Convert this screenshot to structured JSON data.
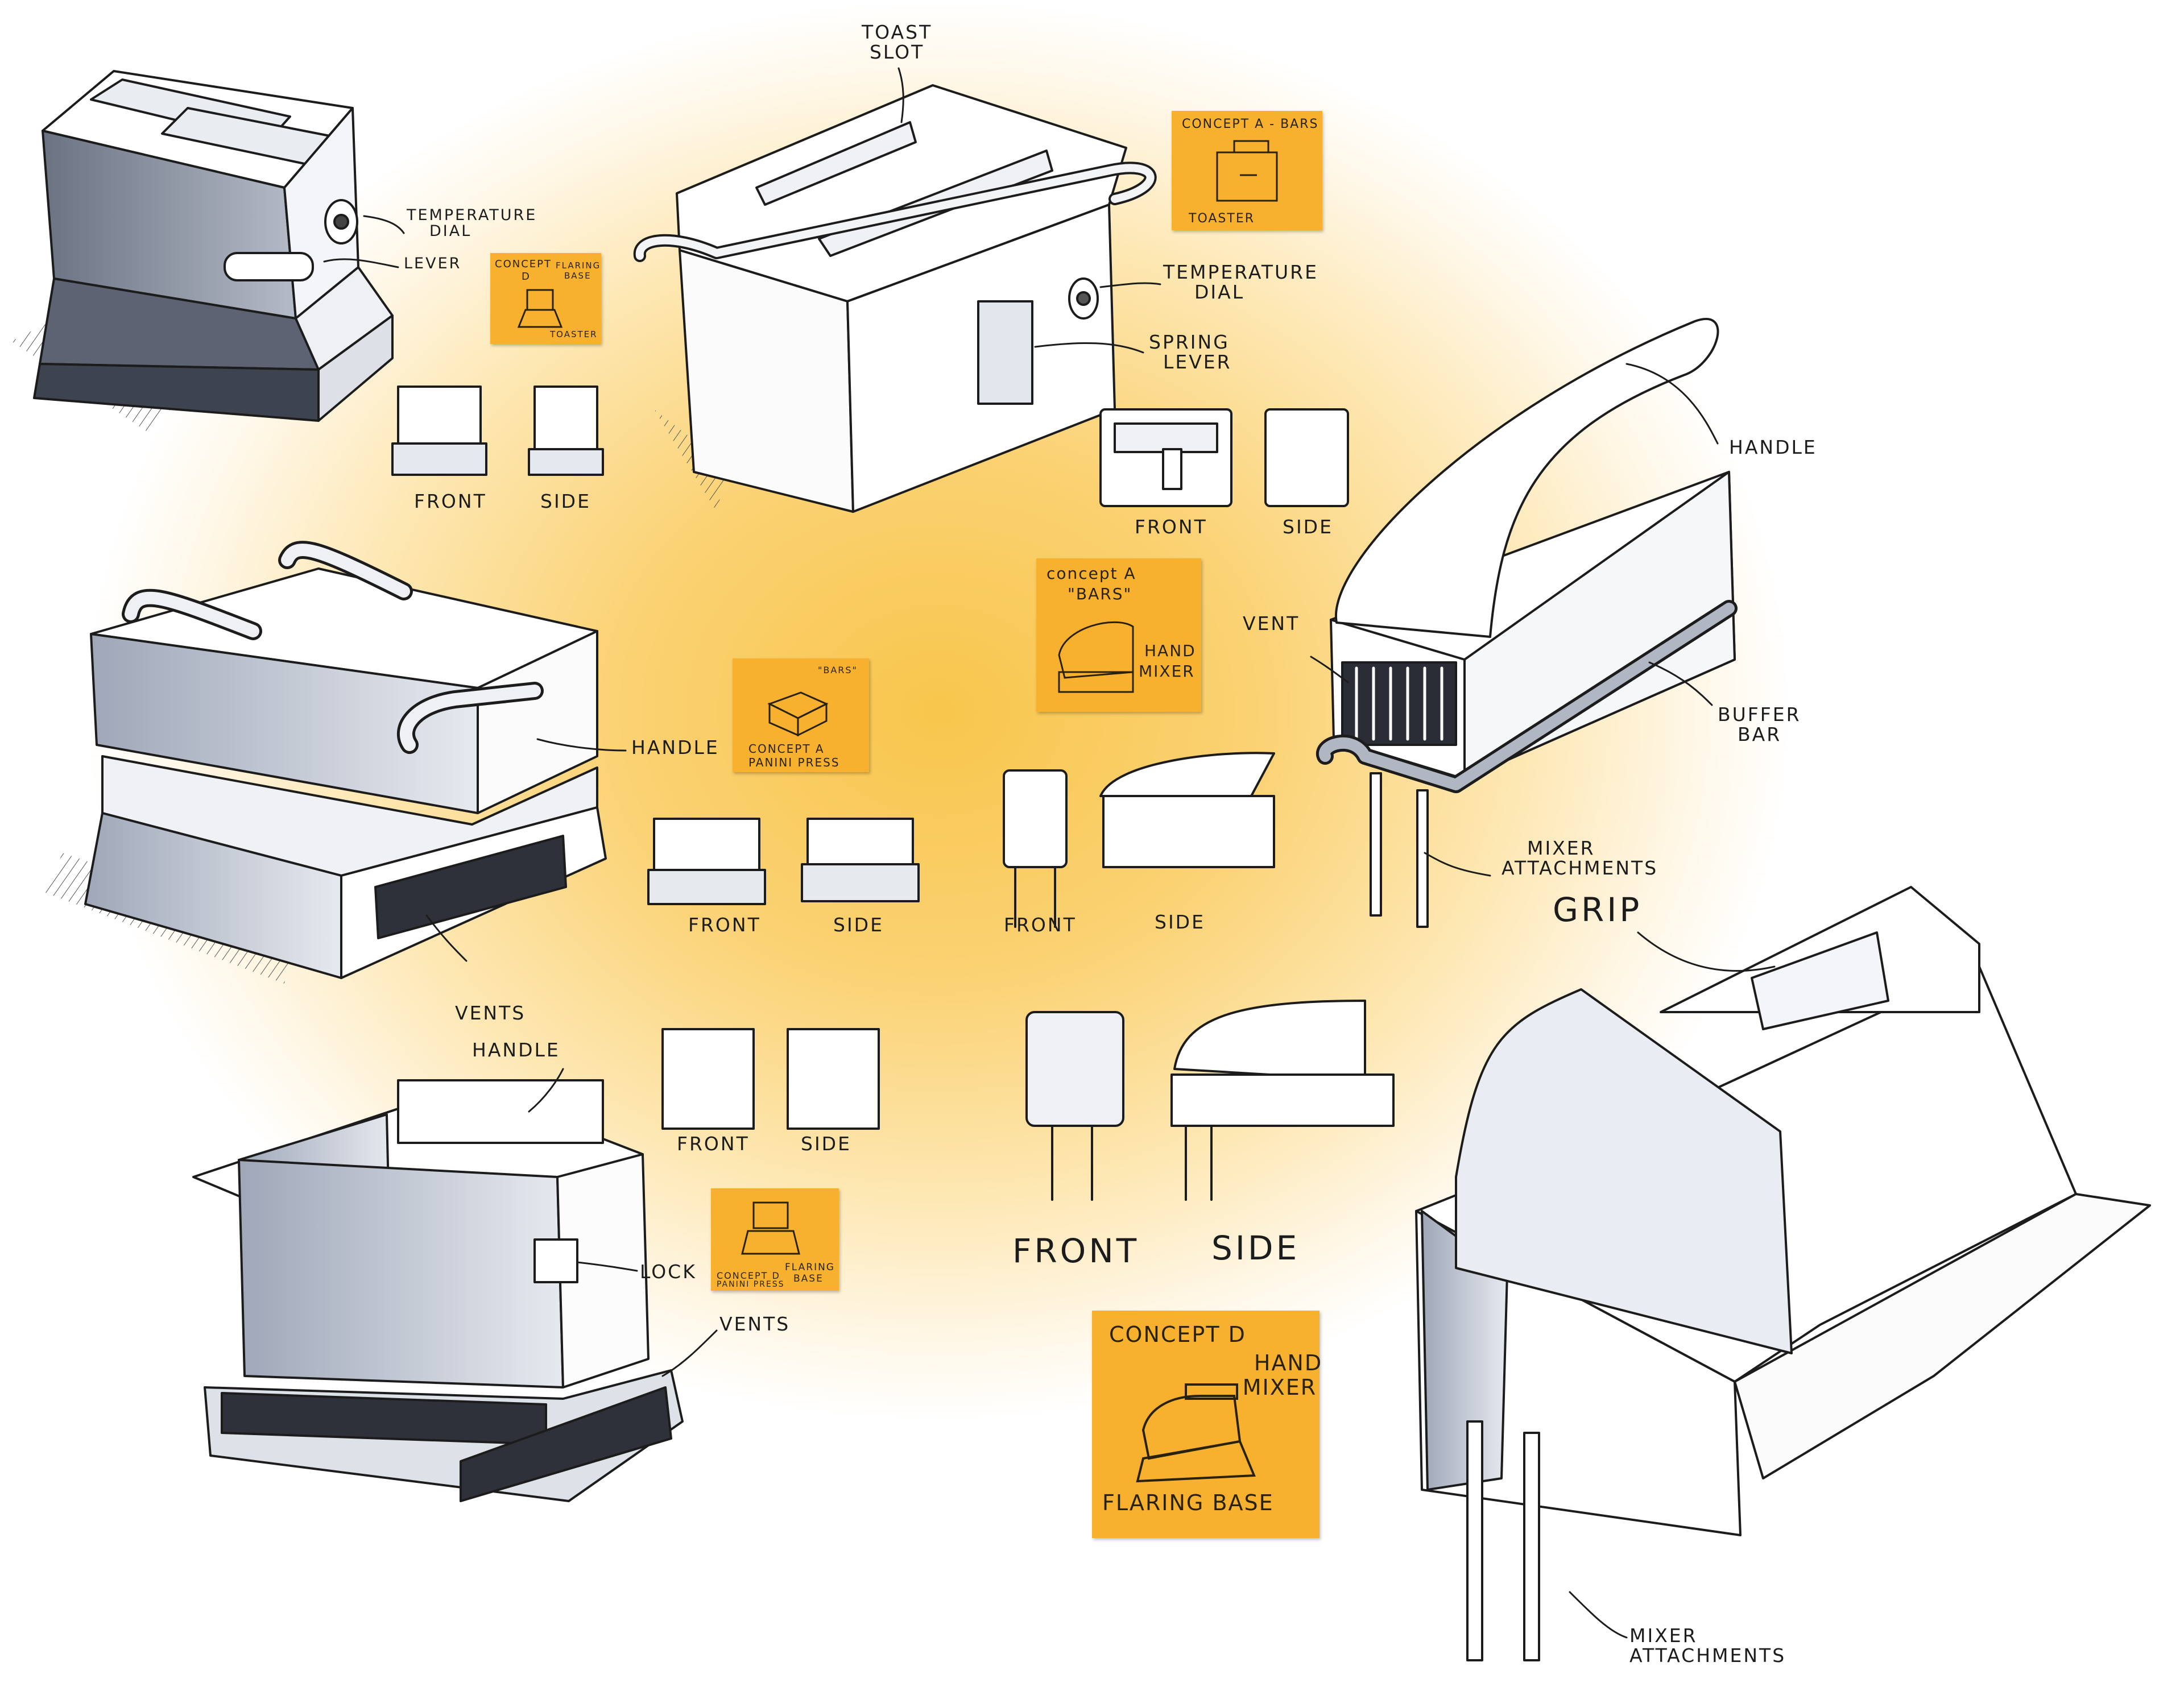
{
  "labels": {
    "toast_slot_1": "TOAST",
    "toast_slot_2": "SLOT",
    "temp_dial_left_1": "TEMPERATURE",
    "temp_dial_left_2": "DIAL",
    "lever": "LEVER",
    "temp_dial_right_1": "TEMPERATURE",
    "temp_dial_right_2": "DIAL",
    "spring_lever_1": "SPRING",
    "spring_lever_2": "LEVER",
    "handle_mixer": "HANDLE",
    "vent": "VENT",
    "buffer_bar_1": "BUFFER",
    "buffer_bar_2": "BAR",
    "mixer_attachments_1": "MIXER",
    "mixer_attachments_2": "ATTACHMENTS",
    "handle_press": "HANDLE",
    "vents_press": "VENTS",
    "handle_cube": "HANDLE",
    "lock": "LOCK",
    "vents_cube": "VENTS",
    "grip": "GRIP",
    "mixer_attachments_big_1": "MIXER",
    "mixer_attachments_big_2": "ATTACHMENTS",
    "front_a": "FRONT",
    "side_a": "SIDE",
    "front_b": "FRONT",
    "side_b": "SIDE",
    "front_c": "FRONT",
    "side_c": "SIDE",
    "front_d": "FRONT",
    "side_d": "SIDE",
    "front_e": "FRONT",
    "side_e": "SIDE",
    "front_f": "FRONT",
    "side_f": "SIDE"
  },
  "notes": {
    "n1": {
      "l1": "CONCEPT",
      "l2": "D",
      "l3": "FLARING",
      "l4": "BASE",
      "l5": "TOASTER"
    },
    "n2": {
      "l1": "CONCEPT A - BARS",
      "l2": "TOASTER"
    },
    "n3": {
      "l1": "\"BARS\"",
      "l2": "CONCEPT A",
      "l3": "PANINI PRESS"
    },
    "n4": {
      "l1": "concept A",
      "l2": "\"BARS\"",
      "l3": "HAND",
      "l4": "MIXER"
    },
    "n5": {
      "l1": "CONCEPT D",
      "l2": "PANINI PRESS",
      "l3": "FLARING",
      "l4": "BASE"
    },
    "n6": {
      "l1": "CONCEPT D",
      "l2": "HAND",
      "l3": "MIXER",
      "l4": "FLARING BASE"
    }
  },
  "colors": {
    "note": "#f7b12f",
    "line": "#1c1c1c",
    "shade": "#c9cfda"
  }
}
